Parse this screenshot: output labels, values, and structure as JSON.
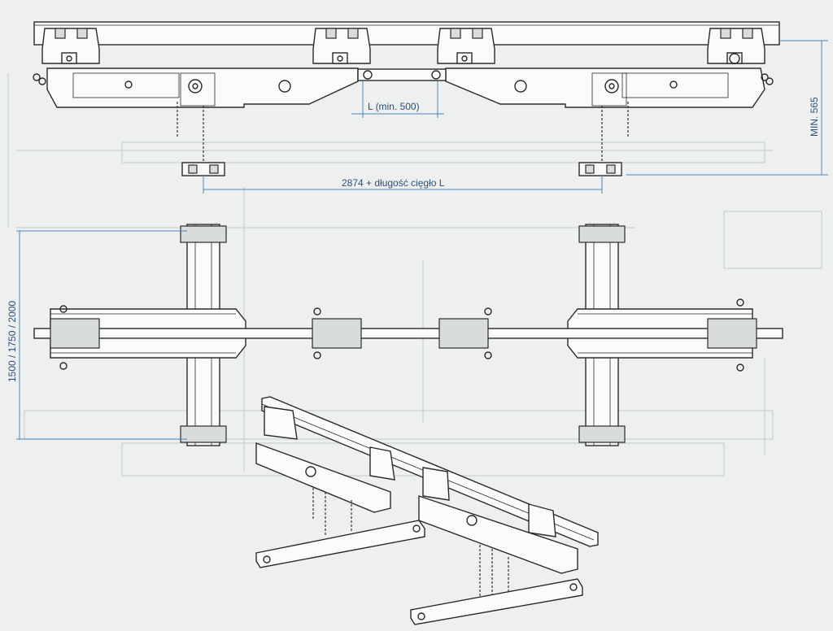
{
  "dimensions": {
    "l_min": "L (min. 500)",
    "span": "2874 + długość cięgło L",
    "height_min": "MIN. 565",
    "width_options": "1500 / 1750 / 2000"
  },
  "colors": {
    "dimension_line": "#4a86b8",
    "drawing_line": "#2a2a2a",
    "background": "#eef0f0"
  }
}
